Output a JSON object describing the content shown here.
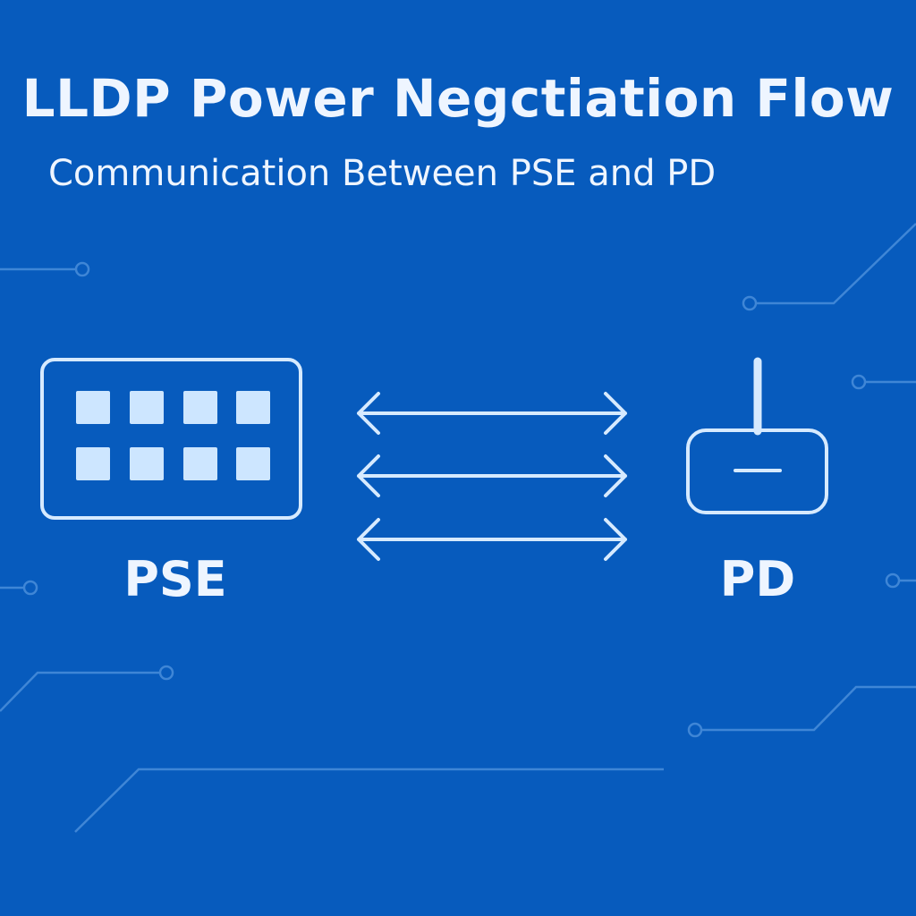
{
  "title": "LLDP Power Negctiation Flow",
  "subtitle": "Communication Between PSE and PD",
  "nodes": {
    "pse": {
      "label": "PSE",
      "port_count": 8
    },
    "pd": {
      "label": "PD"
    }
  },
  "links": {
    "count": 3,
    "direction": "bidirectional"
  },
  "colors": {
    "background": "#075bbd",
    "foreground": "#eef5ff",
    "port_fill": "#cde6ff",
    "circuit": "#3f86d6",
    "link": "#d6eaff"
  }
}
